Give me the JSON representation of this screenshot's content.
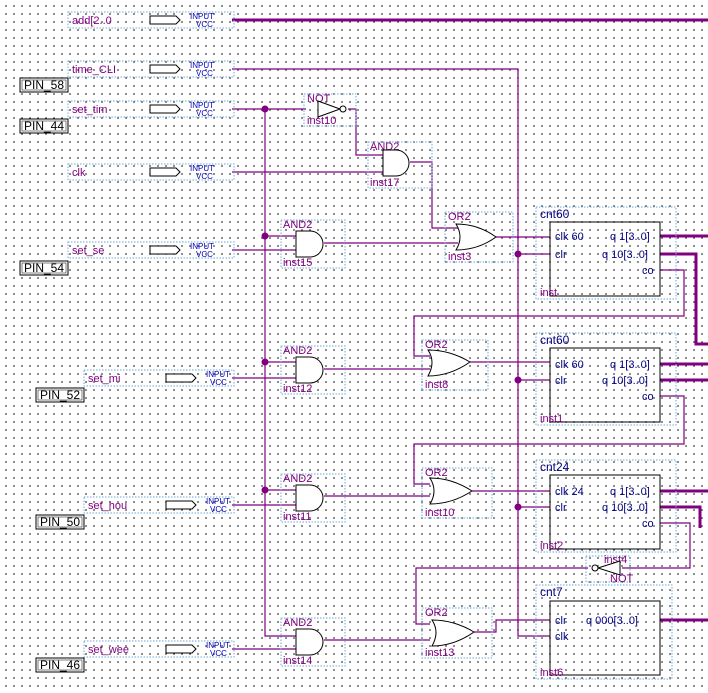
{
  "pins": {
    "p58": "PIN_58",
    "p44": "PIN_44",
    "p54": "PIN_54",
    "p52": "PIN_52",
    "p50": "PIN_50",
    "p46": "PIN_46"
  },
  "inputs": {
    "add": "add[2..0",
    "time_clk": "time_CLI",
    "set_time": "set_tim",
    "clk": "clk",
    "set_sec": "set_se",
    "set_min": "set_mi",
    "set_hour": "set_hou",
    "set_week": "set_wee"
  },
  "input_tag": "INPUT",
  "vcc_tag": "VCC",
  "gates": {
    "not1_type": "NOT",
    "not1_inst": "inst10",
    "and_top_type": "AND2",
    "and_top_inst": "inst17",
    "and1_type": "AND2",
    "and1_inst": "inst15",
    "and2_type": "AND2",
    "and2_inst": "inst12",
    "and3_type": "AND2",
    "and3_inst": "inst11",
    "and4_type": "AND2",
    "and4_inst": "inst14",
    "or1_type": "OR2",
    "or1_inst": "inst3",
    "or2_type": "OR2",
    "or2_inst": "inst8",
    "or3_type": "OR2",
    "or3_inst": "inst10",
    "or4_type": "OR2",
    "or4_inst": "inst13",
    "not2_type": "NOT",
    "not2_inst": "inst4"
  },
  "blocks": {
    "cnt60a": {
      "title": "cnt60",
      "clk": "clk  60",
      "clr": "clr",
      "q1": "q  1[3..0]",
      "q10": "q  10[3..0]",
      "co": "co",
      "inst": "inst"
    },
    "cnt60b": {
      "title": "cnt60",
      "clk": "clk  60",
      "clr": "clr",
      "q1": "q  1[3..0]",
      "q10": "q  10[3..0]",
      "co": "co",
      "inst": "inst1"
    },
    "cnt24": {
      "title": "cnt24",
      "clk": "clk  24",
      "clr": "clr",
      "q1": "q  1[3..0]",
      "q10": "q  10[3..0]",
      "co": "co",
      "inst": "inst2"
    },
    "cnt7": {
      "title": "cnt7",
      "clr": "clr",
      "clk": "clk",
      "q": "q  000[3..0]",
      "inst": "inst6"
    }
  },
  "colors": {
    "wire": "#800080",
    "text": "#000080",
    "grid": "#555555"
  }
}
